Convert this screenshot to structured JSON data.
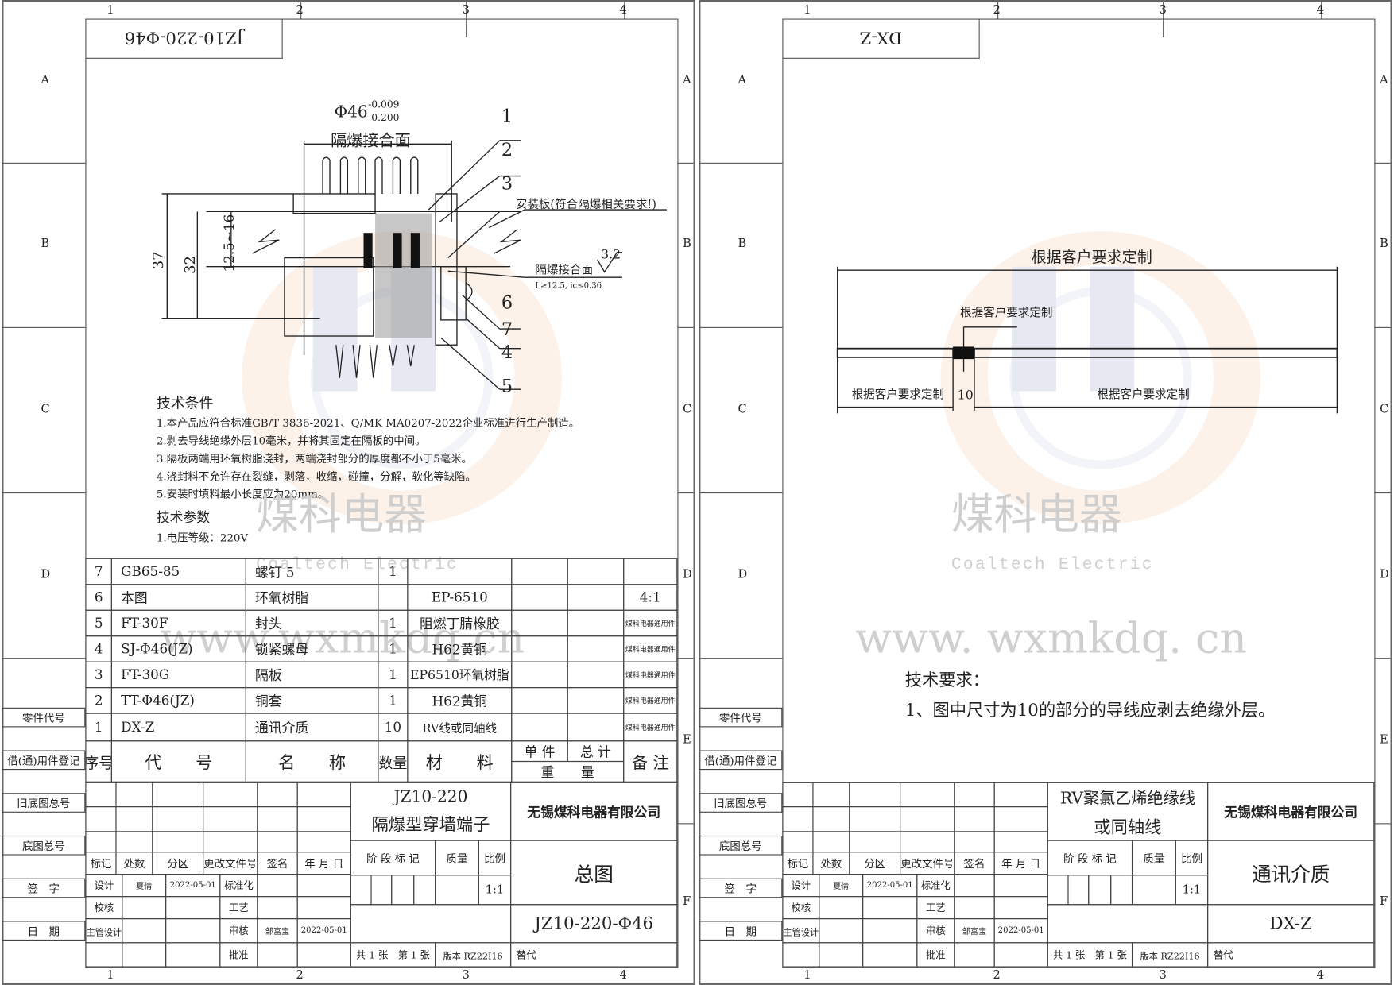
{
  "frame": {
    "col_labels": [
      "1",
      "2",
      "3",
      "4"
    ],
    "row_labels": [
      "A",
      "B",
      "C",
      "D",
      "E",
      "F"
    ]
  },
  "watermark": {
    "cn": "煤科电器",
    "en": "Coaltech Electric",
    "url_left": "www.wxmkdq.cn",
    "url_right": "www. wxmkdq. cn"
  },
  "left_sheet": {
    "corner_code": "JZ10-220-Φ46",
    "drawing": {
      "diameter_dim": "Φ46",
      "tol_upper": "-0.009",
      "tol_lower": "-0.200",
      "joint_face_top": "隔爆接合面",
      "dim_37": "37",
      "dim_32": "32",
      "dim_plate": "12.5~16",
      "mount_plate_note": "安装板(符合隔爆相关要求!)",
      "joint_face_note": "隔爆接合面",
      "joint_face_spec": "L≥12.5, ic≤0.36",
      "roughness": "3.2",
      "callouts": [
        "1",
        "2",
        "3",
        "6",
        "7",
        "4",
        "5"
      ]
    },
    "tech_conditions": {
      "title": "技术条件",
      "items": [
        "1.本产品应符合标准GB/T 3836-2021、Q/MK MA0207-2022企业标准进行生产制造。",
        "2.剥去导线绝缘外层10毫米，并将其固定在隔板的中间。",
        "3.隔板两端用环氧树脂浇封，两端浇封部分的厚度都不小于5毫米。",
        "4.浇封料不允许存在裂缝，剥落，收缩，碰撞，分解，软化等缺陷。",
        "5.安装时填料最小长度应为20mm。"
      ]
    },
    "tech_params": {
      "title": "技术参数",
      "items": [
        "1.电压等级：220V"
      ]
    },
    "bom": {
      "headers": {
        "seq": "序号",
        "code": "代　　号",
        "name": "名　　称",
        "qty": "数量",
        "material": "材　　料",
        "unit_weight": "单 件",
        "total_weight": "总 计",
        "weight": "重　　量",
        "remark": "备 注"
      },
      "rows": [
        {
          "seq": "7",
          "code": "GB65-85",
          "name": "螺钉 5",
          "qty": "1",
          "material": "",
          "remark": ""
        },
        {
          "seq": "6",
          "code": "本图",
          "name": "环氧树脂",
          "qty": "",
          "material": "EP-6510",
          "remark": "4:1"
        },
        {
          "seq": "5",
          "code": "FT-30F",
          "name": "封头",
          "qty": "1",
          "material": "阻燃丁腈橡胶",
          "remark": "煤科电器通用件"
        },
        {
          "seq": "4",
          "code": "SJ-Φ46(JZ)",
          "name": "锁紧螺母",
          "qty": "1",
          "material": "H62黄铜",
          "remark": "煤科电器通用件"
        },
        {
          "seq": "3",
          "code": "FT-30G",
          "name": "隔板",
          "qty": "1",
          "material": "EP6510环氧树脂",
          "remark": "煤科电器通用件"
        },
        {
          "seq": "2",
          "code": "TT-Φ46(JZ)",
          "name": "铜套",
          "qty": "1",
          "material": "H62黄铜",
          "remark": "煤科电器通用件"
        },
        {
          "seq": "1",
          "code": "DX-Z",
          "name": "通讯介质",
          "qty": "10",
          "material": "RV线或同轴线",
          "remark": "煤科电器通用件"
        }
      ]
    },
    "title_block": {
      "product_model": "JZ10-220",
      "product_name": "隔爆型穿墙端子",
      "company": "无锡煤科电器有限公司",
      "drawing_name": "总图",
      "drawing_no": "JZ10-220-Φ46",
      "scale": "1:1",
      "designer_date": "2022-05-01",
      "designer": "夏倩",
      "approver": "邹富宝",
      "approve_date": "2022-05-01"
    }
  },
  "right_sheet": {
    "corner_code": "DX-Z",
    "drawing": {
      "overall_length": "根据客户要求定制",
      "strip_label": "根据客户要求定制",
      "left_length": "根据客户要求定制",
      "strip_length": "10",
      "right_length": "根据客户要求定制"
    },
    "tech_requirements": {
      "title": "技术要求：",
      "items": [
        "1、图中尺寸为10的部分的导线应剥去绝缘外层。"
      ]
    },
    "title_block": {
      "product_name_line1": "RV聚氯乙烯绝缘线",
      "product_name_line2": "或同轴线",
      "company": "无锡煤科电器有限公司",
      "drawing_name": "通讯介质",
      "drawing_no": "DX-Z",
      "scale": "1:1",
      "designer_date": "2022-05-01",
      "designer": "夏倩",
      "approver": "邹富宝",
      "approve_date": "2022-05-01"
    }
  },
  "side_panel": {
    "labels": [
      "零件代号",
      "借(通)用件登记",
      "旧底图总号",
      "底图总号",
      "签　字",
      "日　期"
    ]
  },
  "title_common": {
    "rev_headers": [
      "标记",
      "处数",
      "分区",
      "更改文件号",
      "签名",
      "年 月 日"
    ],
    "role_design": "设计",
    "role_check": "校核",
    "role_supervisor": "主管设计",
    "role_standard": "标准化",
    "role_process": "工艺",
    "role_review": "审核",
    "role_approve": "批准",
    "stage_mark": "阶 段 标 记",
    "quality": "质量",
    "scale_label": "比例",
    "sheets": "共 1 张　第 1 张",
    "version": "版本 RZ22I16",
    "replaces": "替代"
  }
}
